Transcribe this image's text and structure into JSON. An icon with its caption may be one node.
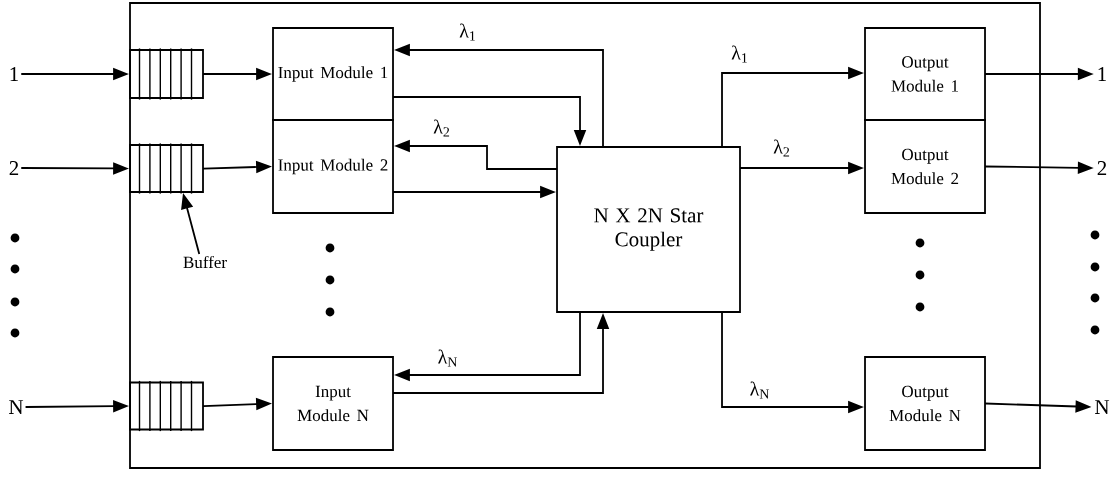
{
  "diagram": {
    "nodes": [
      {
        "text": [],
        "shape": "box"
      },
      {
        "text": [
          "1"
        ]
      },
      {
        "text": [
          "2"
        ]
      },
      {
        "text": [
          "N"
        ]
      },
      {
        "text": [],
        "shape": "box",
        "in": 0
      },
      {
        "text": [],
        "shape": "box",
        "in": 0
      },
      {
        "text": [],
        "shape": "box",
        "in": 0
      },
      {
        "text": [
          "Input Module 1"
        ],
        "in": 0
      },
      {
        "text": [
          "Input Module 2"
        ],
        "in": 0
      },
      {
        "text": [
          "Input Module N"
        ],
        "in": 0
      },
      {
        "text": [
          "N X 2N Star Coupler"
        ],
        "in": 0
      },
      {
        "text": [
          "Output Module 1"
        ],
        "in": 0
      },
      {
        "text": [
          "Output Module 2"
        ],
        "in": 0
      },
      {
        "text": [
          "Output Module N"
        ],
        "in": 0
      },
      {
        "text": [
          "1"
        ]
      },
      {
        "text": [
          "2"
        ]
      },
      {
        "text": [
          "N"
        ]
      },
      {
        "text": [
          "Buffer"
        ],
        "in": 0
      }
    ],
    "edges": [
      {
        "from": 1,
        "to": 4,
        "arrow": "to"
      },
      {
        "from": 2,
        "to": 5,
        "arrow": "to"
      },
      {
        "from": 3,
        "to": 6,
        "arrow": "to"
      },
      {
        "from": 4,
        "to": 7,
        "arrow": "to"
      },
      {
        "from": 5,
        "to": 8,
        "arrow": "to"
      },
      {
        "from": 6,
        "to": 9,
        "arrow": "to"
      },
      {
        "from": 7,
        "to": 10,
        "arrow": "to"
      },
      {
        "from": 10,
        "to": 7,
        "arrow": "to",
        "label": "λ$_{1}$"
      },
      {
        "from": 8,
        "to": 10,
        "arrow": "to"
      },
      {
        "from": 10,
        "to": 8,
        "arrow": "to",
        "label": "λ$_{2}$"
      },
      {
        "from": 9,
        "to": 10,
        "arrow": "to"
      },
      {
        "from": 10,
        "to": 9,
        "arrow": "to",
        "label": "λ$_{N}$"
      },
      {
        "from": 10,
        "to": 11,
        "arrow": "to",
        "label": "λ$_{1}$"
      },
      {
        "from": 10,
        "to": 12,
        "arrow": "to",
        "label": "λ$_{2}$"
      },
      {
        "from": 10,
        "to": 13,
        "arrow": "to",
        "label": "λ$_{N}$"
      },
      {
        "from": 11,
        "to": 14,
        "arrow": "to"
      },
      {
        "from": 12,
        "to": 15,
        "arrow": "to"
      },
      {
        "from": 13,
        "to": 16,
        "arrow": "to"
      },
      {
        "from": 17,
        "to": 5,
        "arrow": "to"
      }
    ]
  }
}
